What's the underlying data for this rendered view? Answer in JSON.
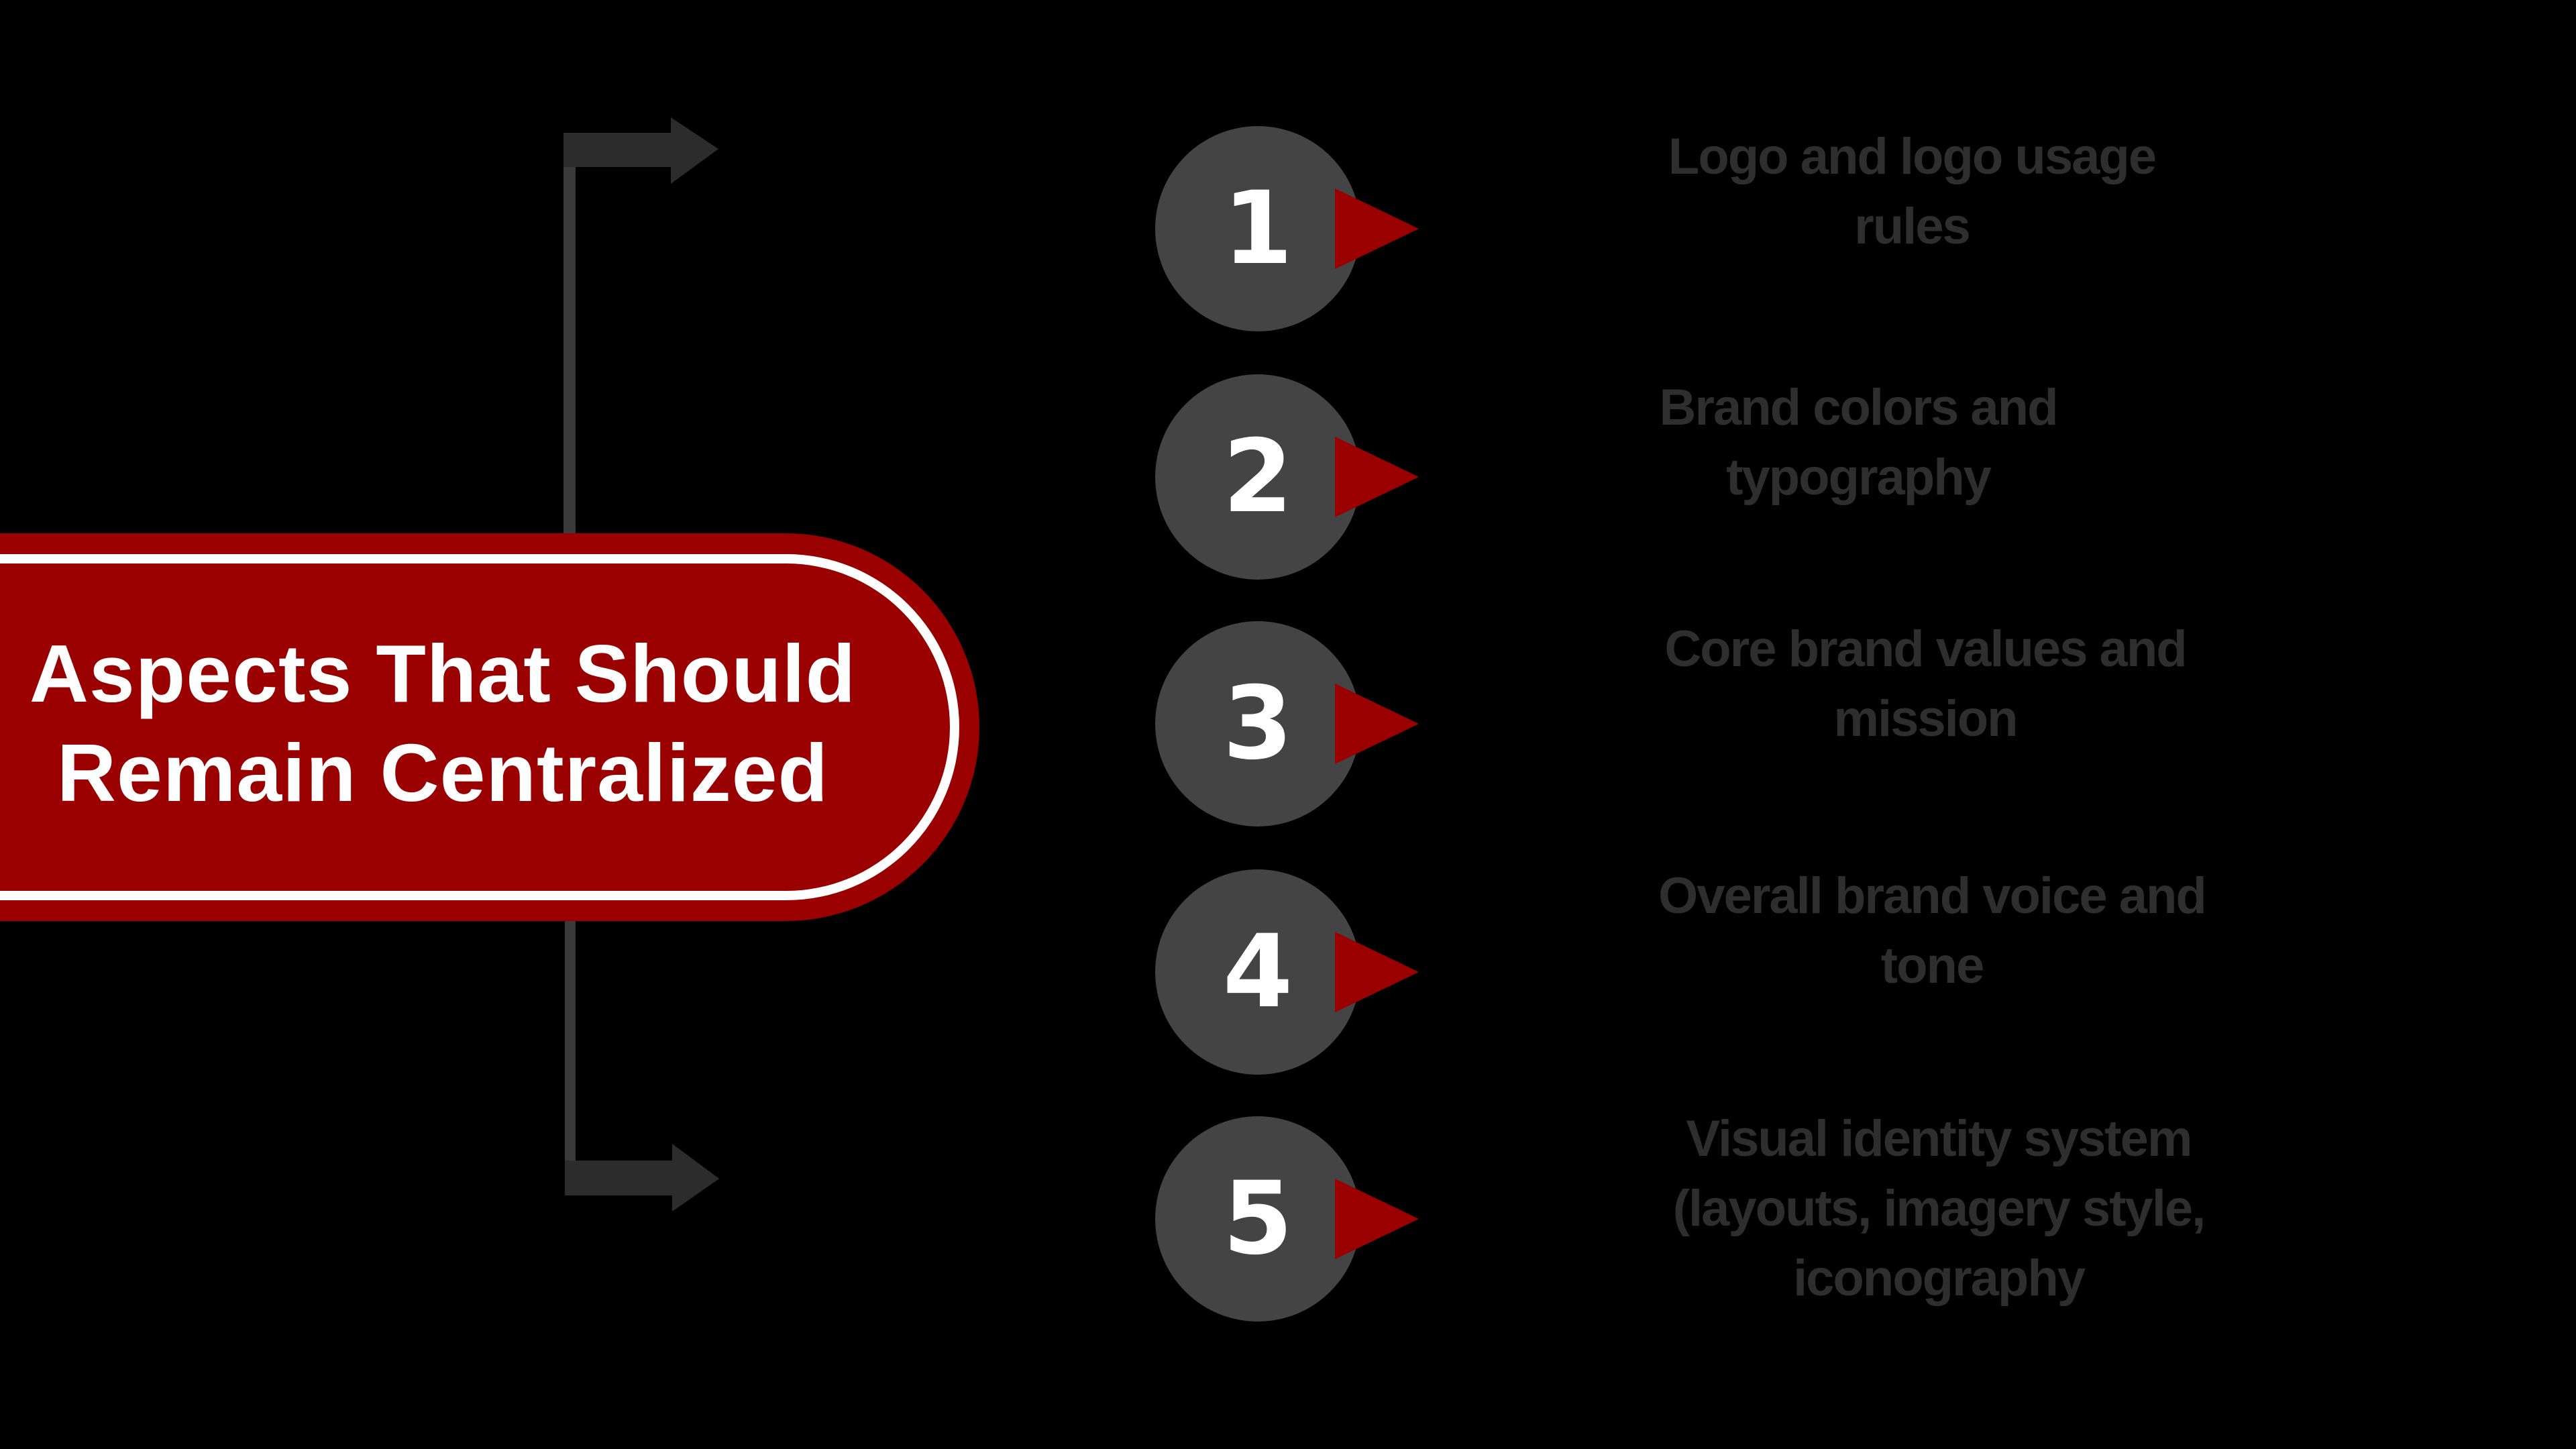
{
  "title": "Aspects That Should Remain Centralized",
  "title_lines": [
    "Aspects That Should",
    "Remain Centralized"
  ],
  "colors": {
    "background": "#000000",
    "banner_red": "#9a0000",
    "banner_stroke": "#ffffff",
    "circle_gray": "#444444",
    "pointer_red": "#9a0000",
    "connector_gray": "#3a3a3a",
    "arrow_gray": "#2c2c2c",
    "item_text": "#2e2e2e"
  },
  "items": [
    {
      "number": "1",
      "lines": [
        "Logo and logo usage",
        "rules"
      ]
    },
    {
      "number": "2",
      "lines": [
        "Brand colors and",
        "typography"
      ]
    },
    {
      "number": "3",
      "lines": [
        "Core brand values and",
        "mission"
      ]
    },
    {
      "number": "4",
      "lines": [
        "Overall brand voice and",
        "tone"
      ]
    },
    {
      "number": "5",
      "lines": [
        "Visual identity system",
        "(layouts, imagery style,",
        "iconography"
      ]
    }
  ],
  "icons": {
    "top_arrow": "arrow-right-icon",
    "bottom_arrow": "arrow-right-icon",
    "pointer": "triangle-right-icon"
  }
}
